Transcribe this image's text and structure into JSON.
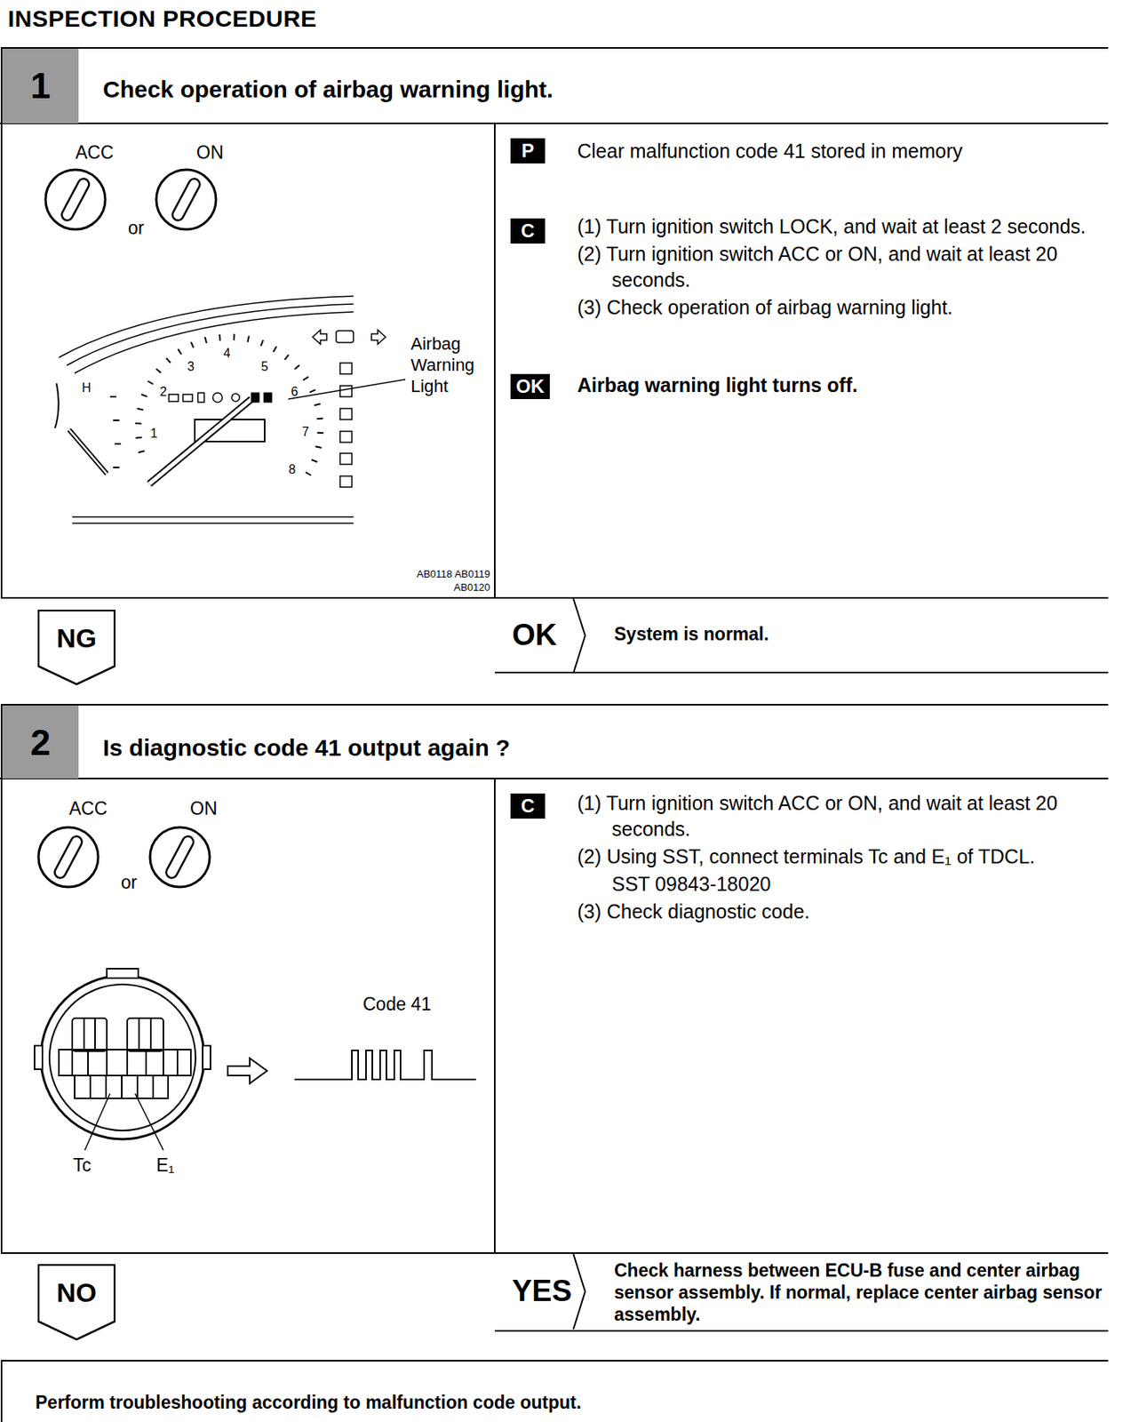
{
  "diagram": {
    "title": "INSPECTION PROCEDURE",
    "nodes": [
      {
        "text": [
          "Check operation of airbag warning light."
        ]
      },
      {
        "text": [
          "1"
        ],
        "in": 0
      },
      {
        "text": [
          "NG"
        ]
      },
      {
        "text": [
          "OK",
          "System is normal."
        ]
      },
      {
        "text": [
          "Is diagnostic code 41 output again ?"
        ]
      },
      {
        "text": [
          "2"
        ],
        "in": 4
      },
      {
        "text": [
          "NO"
        ]
      },
      {
        "text": [
          "YES",
          "Check harness between ECU-B fuse and center airbag sensor assembly. If normal, replace center airbag sensor assembly."
        ]
      },
      {
        "text": [
          "Perform troubleshooting according to malfunction code output."
        ]
      }
    ],
    "labels": [
      "ACC",
      "or",
      "ON",
      "H",
      "1",
      "2",
      "3",
      "4",
      "5",
      "6",
      "7",
      "8",
      "Airbag Warning Light",
      "AB0118 AB0119 AB0120",
      "P",
      "Clear malfunction code 41 stored in memory",
      "C",
      "(1) Turn ignition switch LOCK, and wait at least 2 seconds.",
      "(2) Turn ignition switch ACC or ON, and wait at least 20 seconds.",
      "(3) Check operation of airbag warning light.",
      "OK",
      "Airbag warning light turns off.",
      "ACC",
      "or",
      "ON",
      "Code 41",
      "Tc",
      "E₁",
      "C",
      "(1) Turn ignition switch ACC or ON, and wait at least 20 seconds.",
      "(2) Using SST, connect terminals Tc and E₁ of TDCL.",
      "SST 09843-18020",
      "(3) Check diagnostic code."
    ]
  }
}
